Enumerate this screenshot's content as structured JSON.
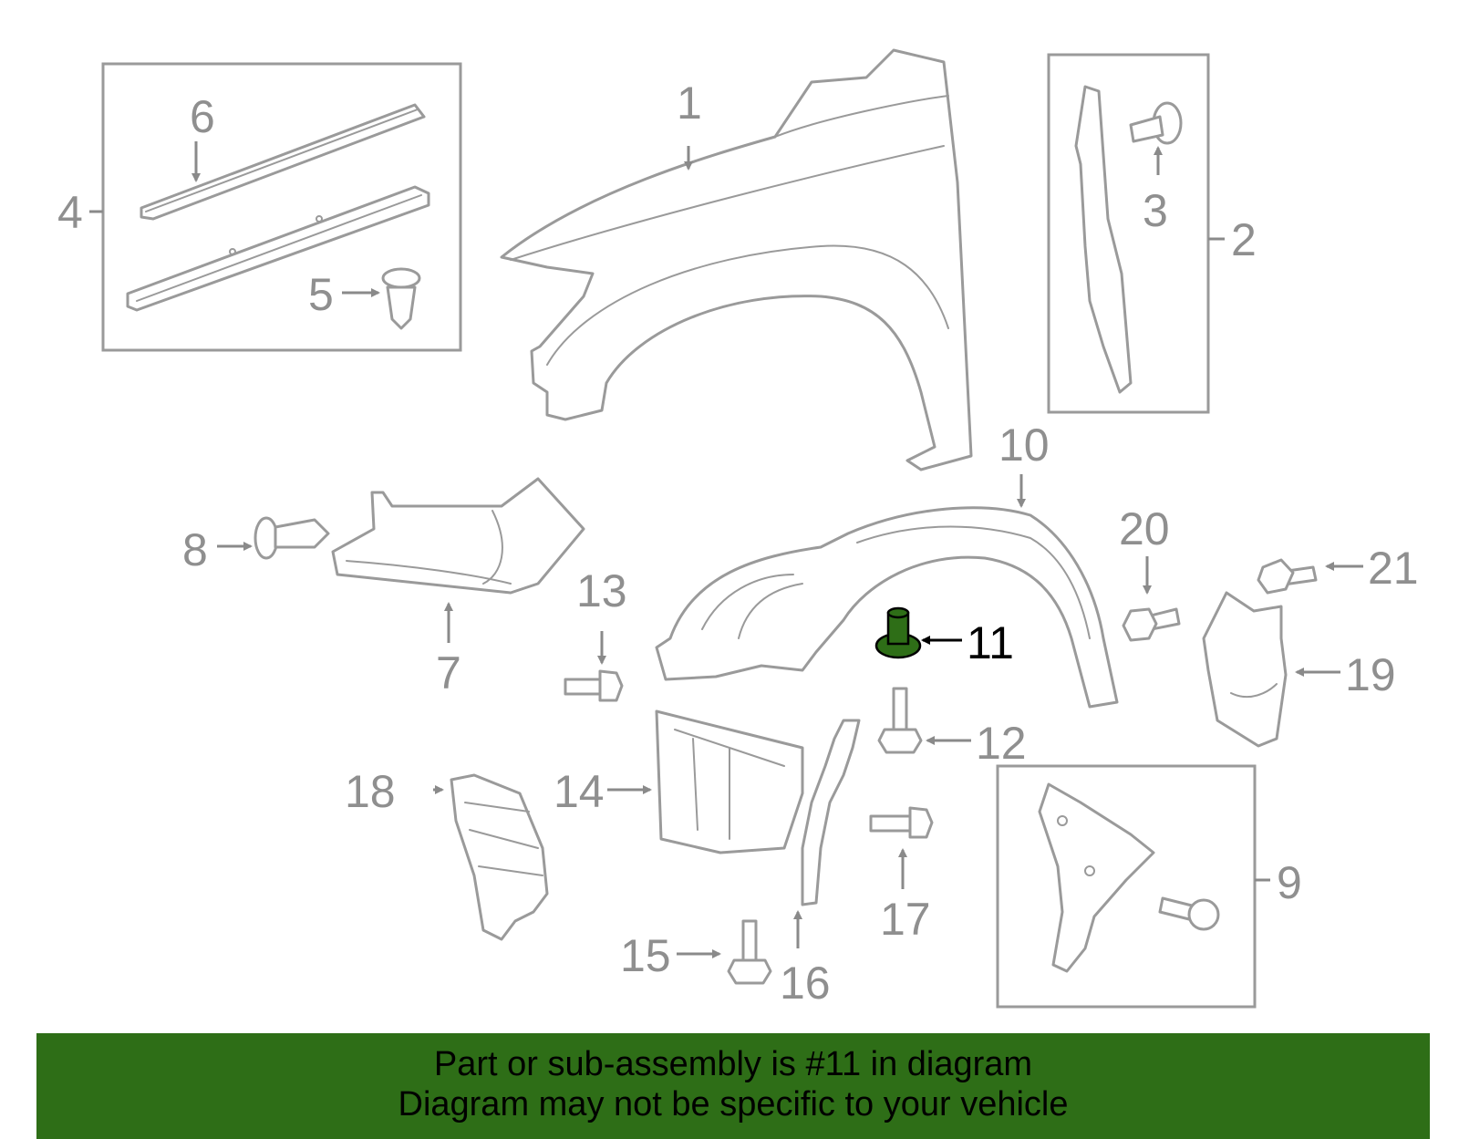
{
  "callouts": {
    "c1": "1",
    "c2": "2",
    "c3": "3",
    "c4": "4",
    "c5": "5",
    "c6": "6",
    "c7": "7",
    "c8": "8",
    "c9": "9",
    "c10": "10",
    "c11": "11",
    "c12": "12",
    "c13": "13",
    "c14": "14",
    "c15": "15",
    "c16": "16",
    "c17": "17",
    "c18": "18",
    "c19": "19",
    "c20": "20",
    "c21": "21"
  },
  "highlight": {
    "part": "11",
    "color": "#2e6e17"
  },
  "banner": {
    "line1": "Part or sub-assembly is #11 in diagram",
    "line2": "Diagram may not be specific to your vehicle",
    "background": "#2e6e17"
  }
}
